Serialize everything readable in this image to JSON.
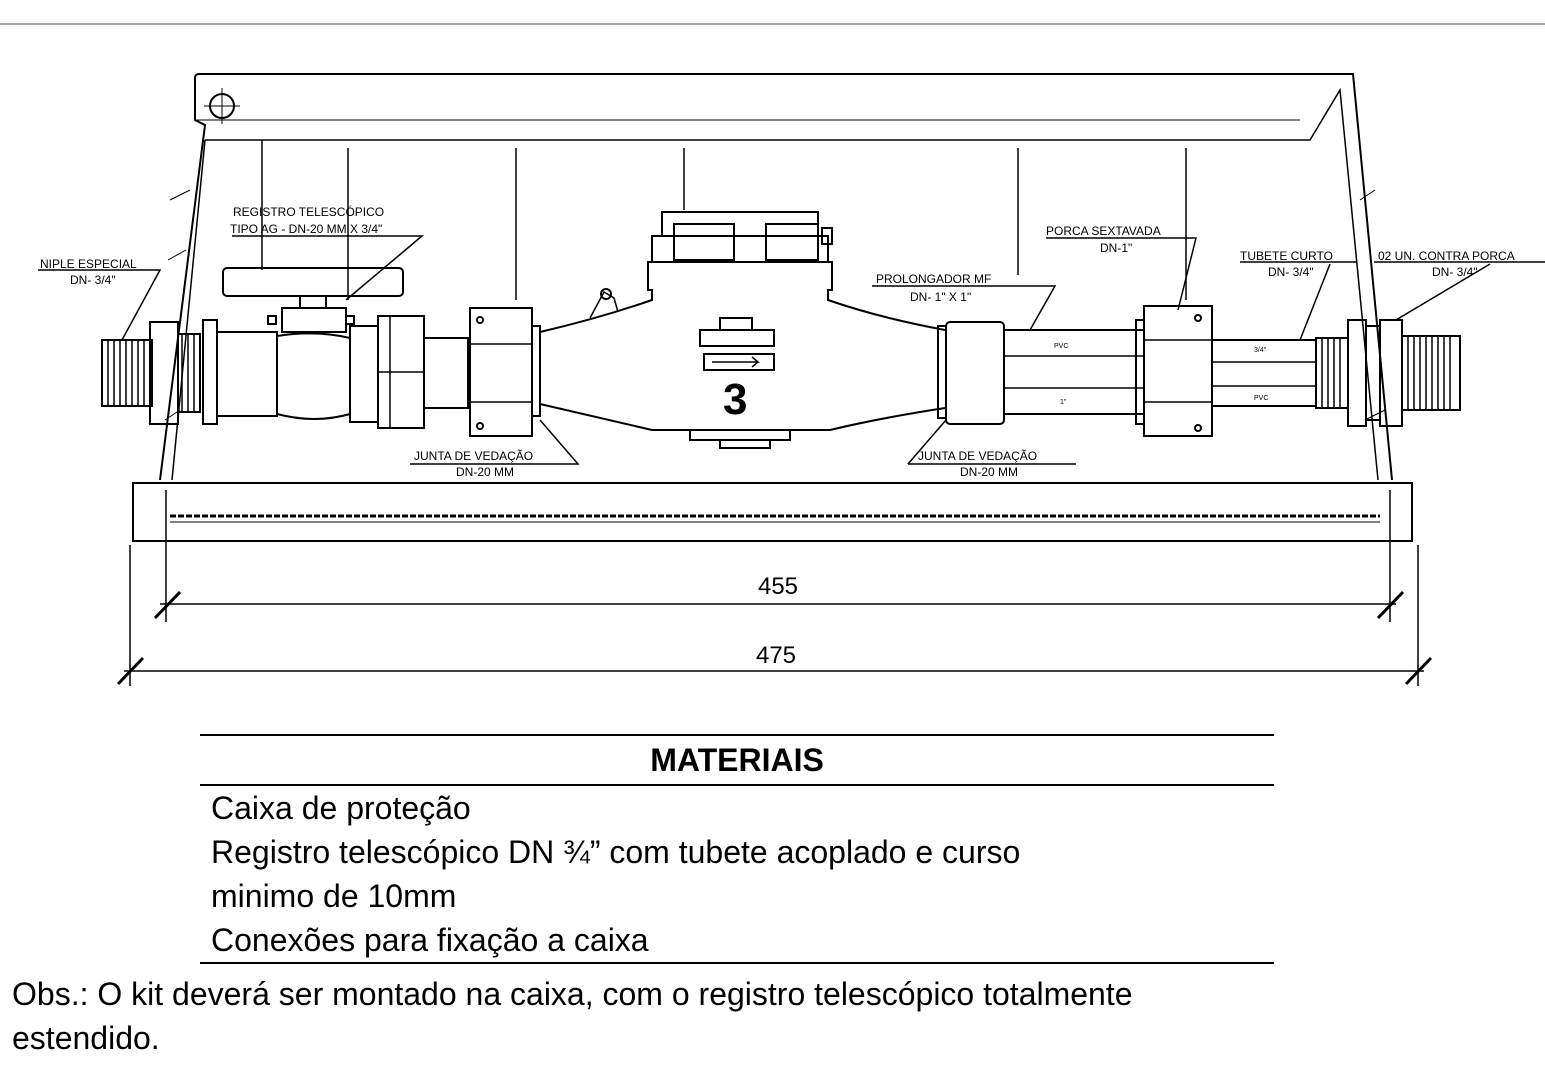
{
  "labels": {
    "niple_1": "NIPLE ESPECIAL",
    "niple_2": "DN- 3/4\"",
    "registro_1": "REGISTRO TELESCÓPICO",
    "registro_2": "TIPO AG - DN-20 MM X 3/4\"",
    "junta_left_1": "JUNTA DE VEDAÇÃO",
    "junta_left_2": "DN-20 MM",
    "meter_number": "3",
    "prolongador_1": "PROLONGADOR MF",
    "prolongador_2": "DN- 1\" X 1\"",
    "porca_1": "PORCA SEXTAVADA",
    "porca_2": "DN-1\"",
    "junta_right_1": "JUNTA DE VEDAÇÃO",
    "junta_right_2": "DN-20 MM",
    "tubete_1": "TUBETE CURTO",
    "tubete_2": "DN- 3/4\"",
    "contra_1": "02 UN. CONTRA PORCA",
    "contra_2": "DN- 3/4\"",
    "pvc_top": "PVC",
    "pvc_top_size": "1\"",
    "pvc_right": "3/4\"",
    "pvc_right2": "PVC"
  },
  "dimensions": {
    "inner": "455",
    "outer": "475"
  },
  "materials": {
    "title": "MATERIAIS",
    "items": [
      "Caixa de proteção",
      "Registro telescópico DN ¾”  com tubete acoplado e curso",
      "minimo de 10mm",
      "Conexões para fixação a caixa"
    ]
  },
  "obs": {
    "line1": "Obs.: O kit deverá ser montado na caixa, com o registro telescópico totalmente",
    "line2": "estendido."
  }
}
